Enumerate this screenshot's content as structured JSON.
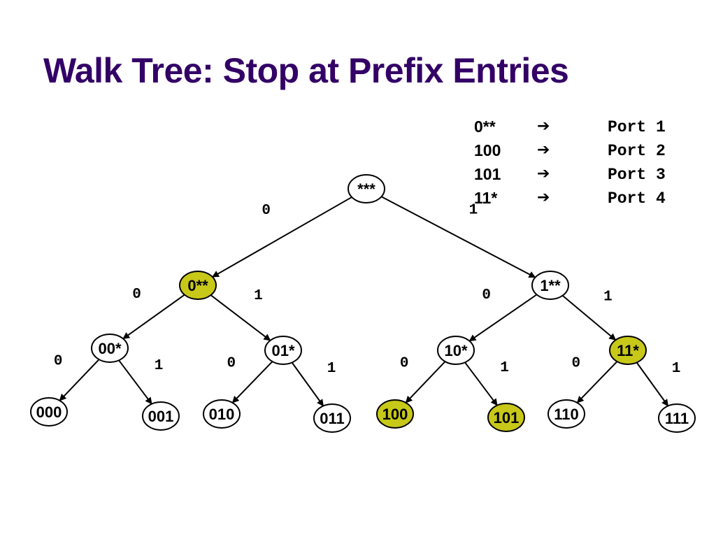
{
  "title": "Walk Tree: Stop at Prefix Entries",
  "routing_table": [
    {
      "prefix": "0**",
      "arrow": "➔",
      "port": "Port 1"
    },
    {
      "prefix": "100",
      "arrow": "➔",
      "port": "Port 2"
    },
    {
      "prefix": "101",
      "arrow": "➔",
      "port": "Port 3"
    },
    {
      "prefix": "11*",
      "arrow": "➔",
      "port": "Port 4"
    }
  ],
  "colors": {
    "title": "#330066",
    "highlight_fill": "#c8c819",
    "node_fill": "#ffffff"
  },
  "tree": {
    "root": {
      "label": "***",
      "highlighted": false
    },
    "level1": [
      {
        "label": "0**",
        "highlighted": true
      },
      {
        "label": "1**",
        "highlighted": false
      }
    ],
    "level2": [
      {
        "label": "00*",
        "highlighted": false
      },
      {
        "label": "01*",
        "highlighted": false
      },
      {
        "label": "10*",
        "highlighted": false
      },
      {
        "label": "11*",
        "highlighted": true
      }
    ],
    "level3": [
      {
        "label": "000",
        "highlighted": false
      },
      {
        "label": "001",
        "highlighted": false
      },
      {
        "label": "010",
        "highlighted": false
      },
      {
        "label": "011",
        "highlighted": false
      },
      {
        "label": "100",
        "highlighted": true
      },
      {
        "label": "101",
        "highlighted": true
      },
      {
        "label": "110",
        "highlighted": false
      },
      {
        "label": "111",
        "highlighted": false
      }
    ],
    "edge_labels": {
      "zero": "0",
      "one": "1"
    }
  }
}
